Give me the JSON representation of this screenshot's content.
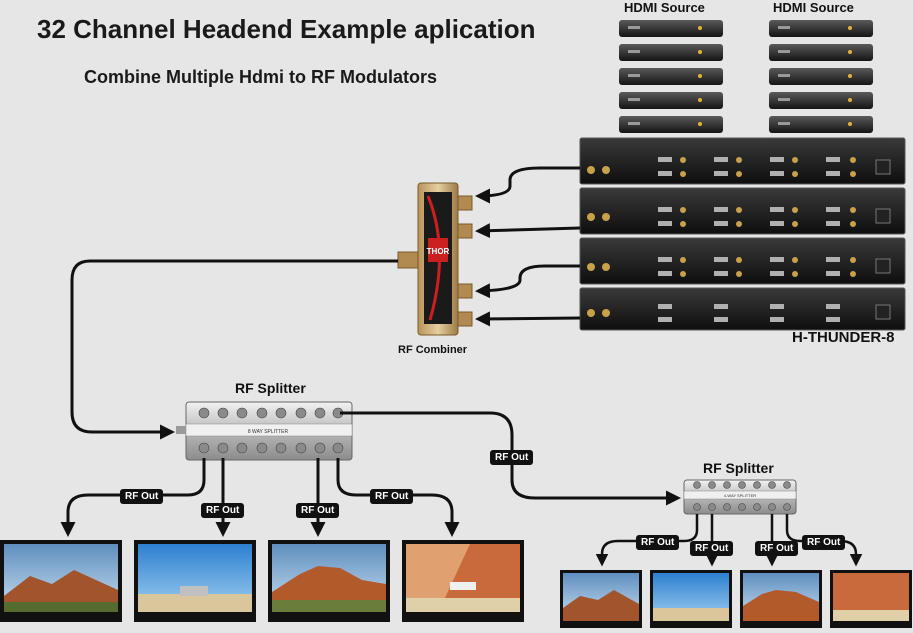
{
  "header": {
    "title": "32 Channel Headend Example aplication",
    "subtitle": "Combine Multiple Hdmi to RF Modulators"
  },
  "sources": {
    "left_label": "HDMI Source",
    "right_label": "HDMI Source"
  },
  "devices": {
    "modulator_label": "H-THUNDER-8",
    "combiner_label": "RF Combiner",
    "splitter_main_label": "RF Splitter",
    "splitter_secondary_label": "RF Splitter",
    "combiner_brand": "THOR",
    "splitter_main_text": "8 WAY SPLITTER",
    "splitter_secondary_text": "4-WAY SPLITTER"
  },
  "links": {
    "rf_out": "RF Out"
  },
  "colors": {
    "background": "#e6e6e6",
    "cable": "#111111",
    "brand_red": "#cc1f1f"
  }
}
